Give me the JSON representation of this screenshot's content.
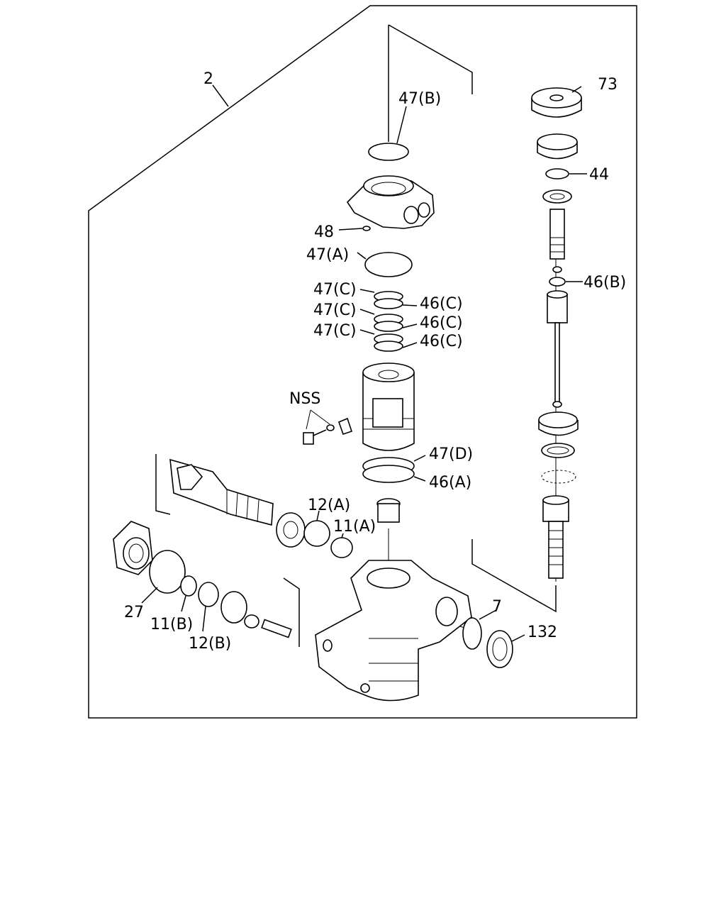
{
  "callouts": {
    "c2": "2",
    "c73": "73",
    "c47b": "47(B)",
    "c44": "44",
    "c48": "48",
    "c47a": "47(A)",
    "c46b": "46(B)",
    "c47c1": "47(C)",
    "c47c2": "47(C)",
    "c47c3": "47(C)",
    "c46c1": "46(C)",
    "c46c2": "46(C)",
    "c46c3": "46(C)",
    "nss": "NSS",
    "c47d": "47(D)",
    "c46a": "46(A)",
    "c12a": "12(A)",
    "c11a": "11(A)",
    "c27": "27",
    "c11b": "11(B)",
    "c12b": "12(B)",
    "c7": "7",
    "c132": "132"
  }
}
